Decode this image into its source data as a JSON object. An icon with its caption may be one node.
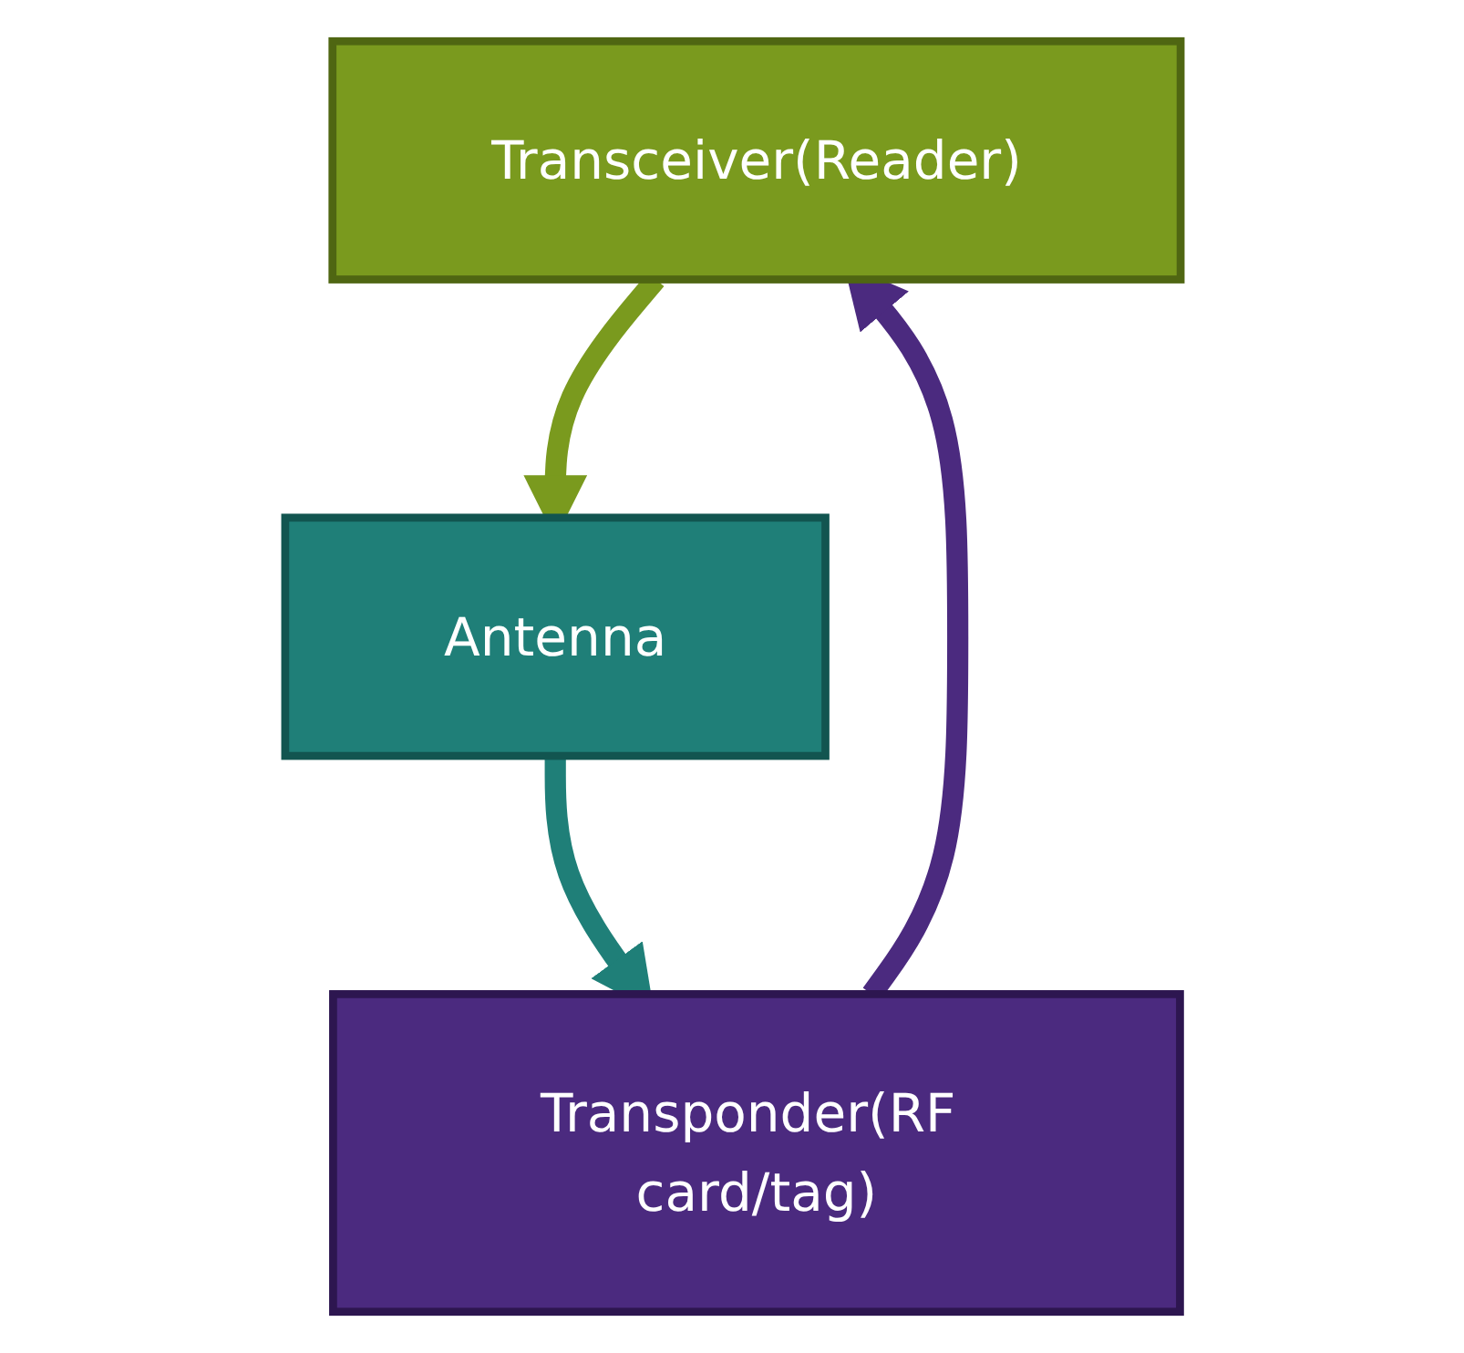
{
  "diagram": {
    "nodes": [
      {
        "text": [
          "Transceiver(Reader)"
        ]
      },
      {
        "text": [
          "Antenna"
        ]
      },
      {
        "text": [
          "Transponder(RF card/tag)"
        ]
      }
    ],
    "edges": [
      {
        "from": 0,
        "to": 1,
        "arrow": "to",
        "color": "#7a9a1e"
      },
      {
        "from": 1,
        "to": 2,
        "arrow": "to",
        "color": "#1f7f78"
      },
      {
        "from": 2,
        "to": 0,
        "arrow": "to",
        "color": "#4b2a7f"
      }
    ]
  }
}
